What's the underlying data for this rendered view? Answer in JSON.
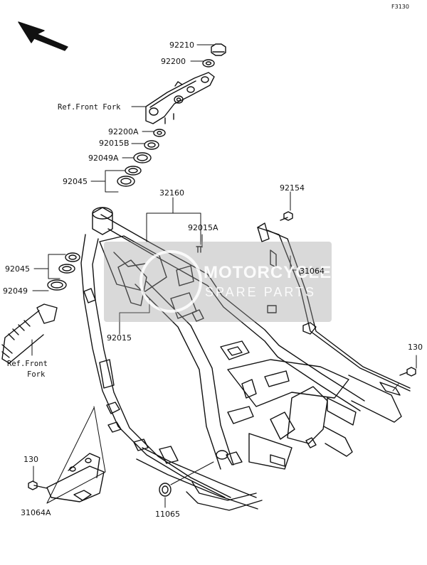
{
  "diagram_code": "F3130",
  "watermark": {
    "line1": "MOTORCYCLE",
    "line2": "SPARE PARTS",
    "bg_color": "#9b9b9b",
    "text_color": "#ffffff"
  },
  "parts": [
    "92210",
    "92200",
    "92200A",
    "92015B",
    "92049A",
    "92045",
    "32160",
    "92015A",
    "92154",
    "31064",
    "92045",
    "92049",
    "92015",
    "130",
    "130",
    "31064A",
    "11065"
  ],
  "refs": {
    "front_fork_top": "Ref.Front Fork",
    "front_fork_left_line1": "Ref.Front",
    "front_fork_left_line2": "Fork"
  },
  "colors": {
    "line": "#111111",
    "background": "#ffffff"
  }
}
